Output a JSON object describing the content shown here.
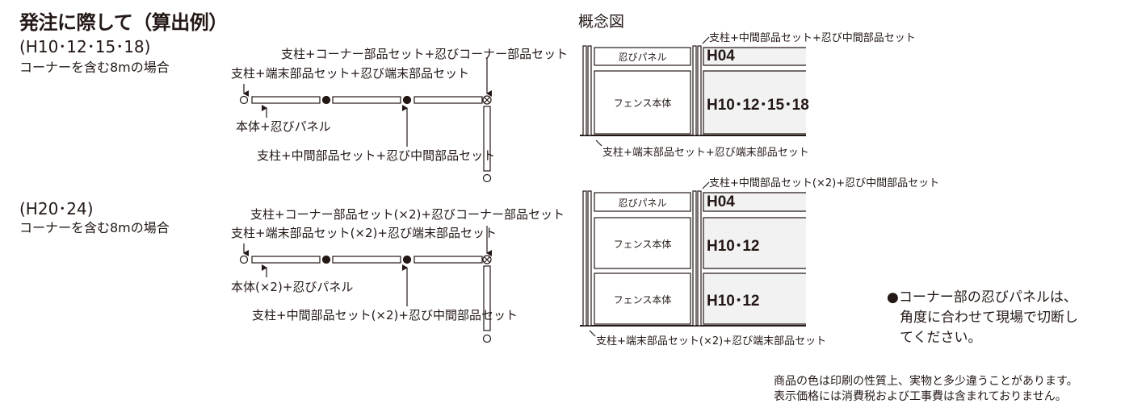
{
  "title": "発注に際して（算出例）",
  "case1": {
    "heading": "(H10･12･15･18)",
    "subheading": "コーナーを含む8mの場合",
    "label_corner": "支柱+コーナー部品セット+忍びコーナー部品セット",
    "label_end": "支柱+端末部品セット+忍び端末部品セット",
    "label_body": "本体+忍びパネル",
    "label_middle": "支柱+中間部品セット+忍び中間部品セット"
  },
  "case2": {
    "heading": "(H20･24)",
    "subheading": "コーナーを含む8mの場合",
    "label_corner": "支柱+コーナー部品セット(×2)+忍びコーナー部品セット",
    "label_end": "支柱+端末部品セット(×2)+忍び端末部品セット",
    "label_body": "本体(×2)+忍びパネル",
    "label_middle": "支柱+中間部品セット(×2)+忍び中間部品セット"
  },
  "concept": {
    "title": "概念図",
    "d1": {
      "top_label": "支柱+中間部品セット+忍び中間部品セット",
      "panel_label": "忍びパネル",
      "body_label": "フェンス本体",
      "code_top": "H04",
      "code_body": "H10･12･15･18",
      "bottom_label": "支柱+端末部品セット+忍び端末部品セット"
    },
    "d2": {
      "top_label": "支柱+中間部品セット(×2)+忍び中間部品セット",
      "panel_label": "忍びパネル",
      "body_label_1": "フェンス本体",
      "body_label_2": "フェンス本体",
      "code_top": "H04",
      "code_body_1": "H10･12",
      "code_body_2": "H10･12",
      "bottom_label": "支柱+端末部品セット(×2)+忍び端末部品セット"
    }
  },
  "note": {
    "line1": "●コーナー部の忍びパネルは、",
    "line2": "角度に合わせて現場で切断し",
    "line3": "てください。"
  },
  "footer": {
    "line1": "商品の色は印刷の性質上、実物と多少違うことがあります。",
    "line2": "表示価格には消費税および工事費は含まれておりません。"
  }
}
